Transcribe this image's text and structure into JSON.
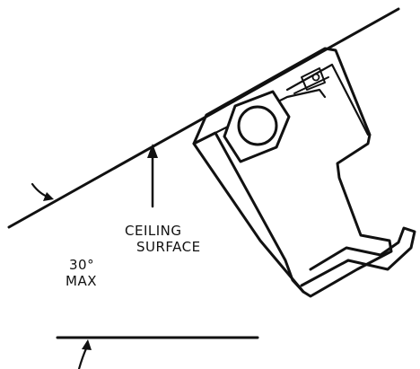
{
  "labels": {
    "ceiling_line1": "CEILING",
    "ceiling_line2": "SURFACE",
    "angle_line1": "30°",
    "angle_line2": "MAX"
  },
  "colors": {
    "ink": "#111111",
    "paper": "#ffffff"
  },
  "icons": {
    "fixture": "ceiling-mounted-unit-with-hex-nut-and-hook"
  }
}
